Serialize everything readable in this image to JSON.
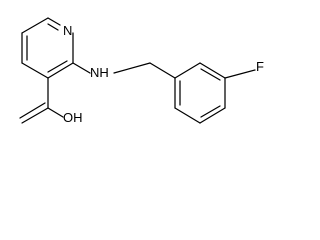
{
  "molecule": {
    "atom_labels": {
      "pyridine_nitrogen": "N",
      "amine": "NH",
      "fluorine": "F",
      "carboxylic_acid": "OH"
    }
  }
}
